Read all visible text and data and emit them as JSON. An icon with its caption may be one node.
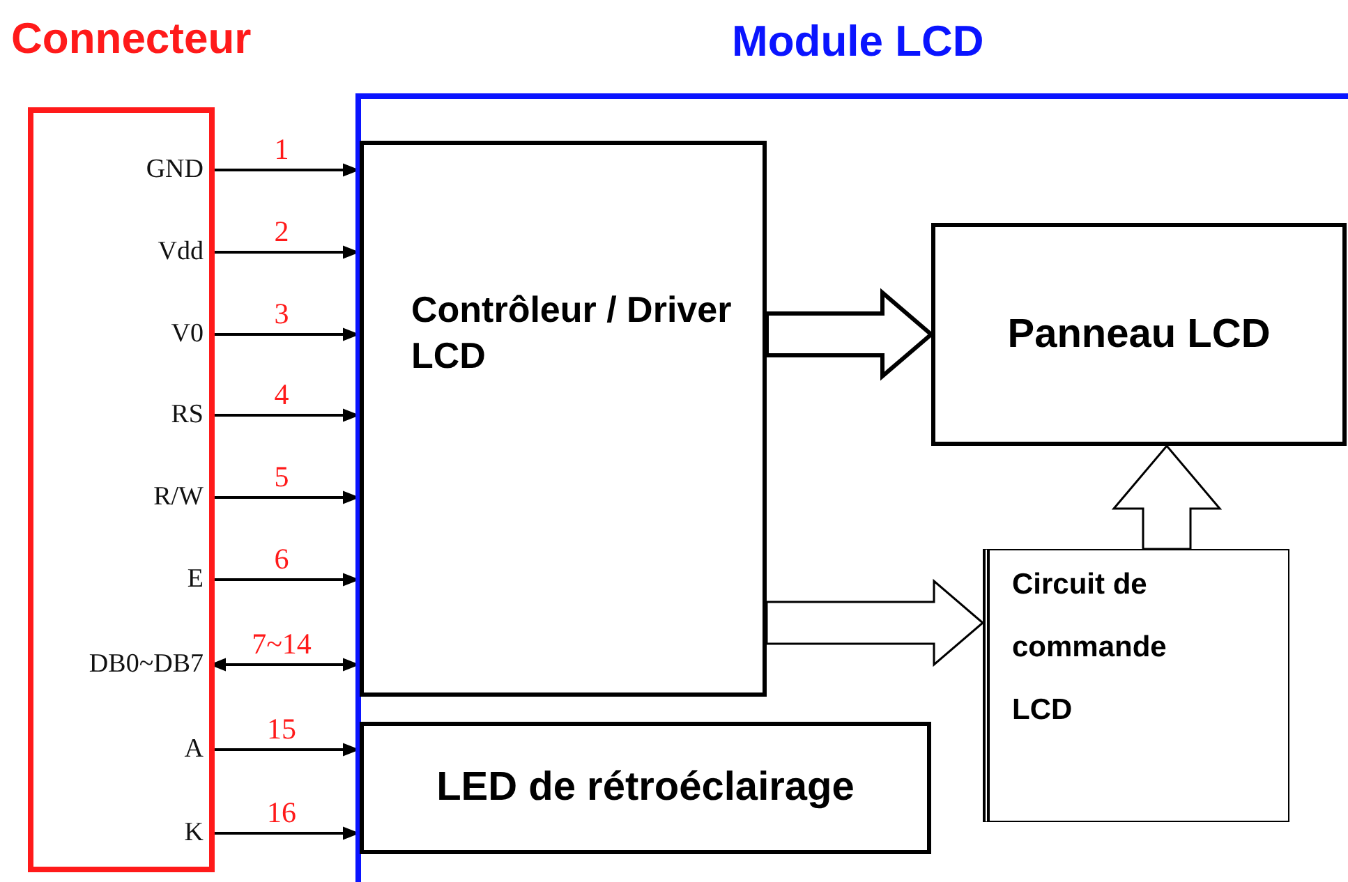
{
  "diagram": {
    "nodes": [
      {
        "text": [
          "Connecteur"
        ]
      },
      {
        "text": [
          "GND"
        ],
        "in": 0
      },
      {
        "text": [
          "Vdd"
        ],
        "in": 0
      },
      {
        "text": [
          "V0"
        ],
        "in": 0
      },
      {
        "text": [
          "RS"
        ],
        "in": 0
      },
      {
        "text": [
          "R/W"
        ],
        "in": 0
      },
      {
        "text": [
          "E"
        ],
        "in": 0
      },
      {
        "text": [
          "DB0~DB7"
        ],
        "in": 0
      },
      {
        "text": [
          "A"
        ],
        "in": 0
      },
      {
        "text": [
          "K"
        ],
        "in": 0
      },
      {
        "text": [
          "Module LCD"
        ]
      },
      {
        "text": [
          "Contrôleur / Driver LCD"
        ],
        "in": 10
      },
      {
        "text": [
          "Panneau LCD"
        ],
        "in": 10
      },
      {
        "text": [
          "Circuit de commande LCD"
        ],
        "in": 10
      },
      {
        "text": [
          "LED de rétroéclairage"
        ],
        "in": 10
      }
    ],
    "edges": [
      {
        "from": 1,
        "to": 11,
        "arrow": "to",
        "label": "1"
      },
      {
        "from": 2,
        "to": 11,
        "arrow": "to",
        "label": "2"
      },
      {
        "from": 3,
        "to": 11,
        "arrow": "to",
        "label": "3"
      },
      {
        "from": 4,
        "to": 11,
        "arrow": "to",
        "label": "4"
      },
      {
        "from": 5,
        "to": 11,
        "arrow": "to",
        "label": "5"
      },
      {
        "from": 6,
        "to": 11,
        "arrow": "to",
        "label": "6"
      },
      {
        "from": 7,
        "to": 11,
        "arrow": "both",
        "label": "7~14"
      },
      {
        "from": 8,
        "to": 14,
        "arrow": "to",
        "label": "15"
      },
      {
        "from": 9,
        "to": 14,
        "arrow": "to",
        "label": "16"
      },
      {
        "from": 11,
        "to": 12,
        "arrow": "to",
        "style": "thick"
      },
      {
        "from": 11,
        "to": 13,
        "arrow": "to",
        "style": "thick"
      },
      {
        "from": 13,
        "to": 12,
        "arrow": "to",
        "style": "thick"
      }
    ]
  }
}
